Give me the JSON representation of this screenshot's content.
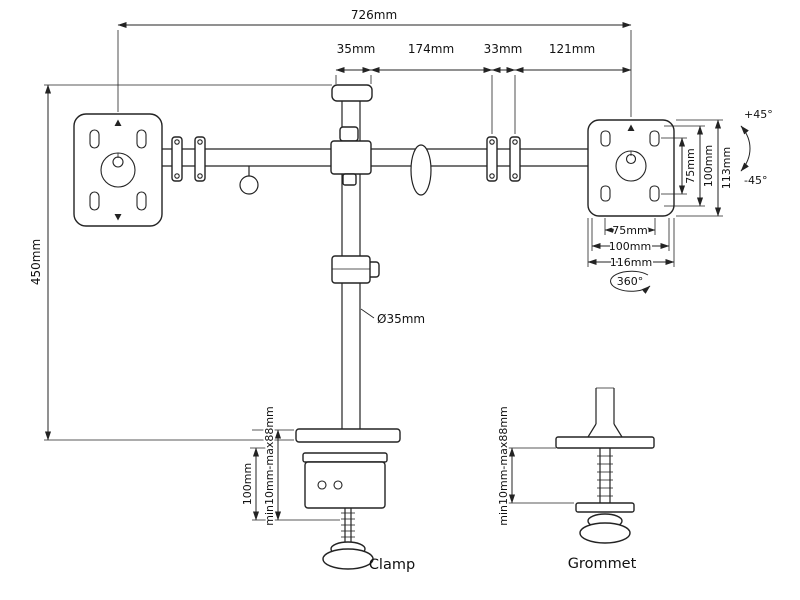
{
  "colors": {
    "ink": "#232323",
    "background": "#ffffff"
  },
  "dims": {
    "overall_width": "726mm",
    "pole_top_width": "35mm",
    "arm_inner_span": "174mm",
    "joint_width": "33mm",
    "arm_end_span": "121mm",
    "column_height": "450mm",
    "pole_diameter": "Ø35mm",
    "vesa_v_75": "75mm",
    "vesa_v_100": "100mm",
    "plate_height_113": "113mm",
    "tilt_up": "+45°",
    "tilt_down": "-45°",
    "vesa_h_75": "75mm",
    "vesa_h_100": "100mm",
    "plate_width_116": "116mm",
    "swivel": "360°",
    "clamp_height": "100mm",
    "clamp_desk_range": "min10mm-max88mm",
    "grommet_desk_range": "min10mm-max88mm"
  },
  "labels": {
    "clamp": "Clamp",
    "grommet": "Grommet"
  }
}
